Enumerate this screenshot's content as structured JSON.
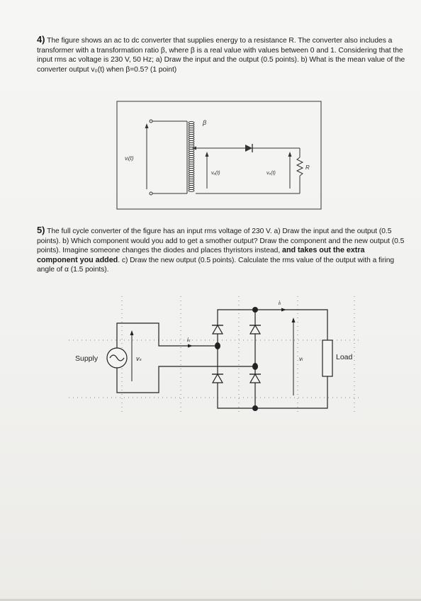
{
  "q4": {
    "number": "4)",
    "text": "The figure shows an ac to dc converter that supplies energy to a resistance R. The converter also includes a transformer with a transformation ratio β, where β is a real value with values between 0 and 1. Considering that the input rms ac voltage is 230 V, 50 Hz; a) Draw the input and the output (0.5 points). b) What is the mean value of the converter output v₀(t) when β=0.5? (1 point)"
  },
  "q5": {
    "number": "5)",
    "text_before_bold": "The full cycle converter of the figure has an input rms voltage of 230 V. a) Draw the input and the output (0.5 points). b) Which component would you add to get a smother output? Draw the component and the new output (0.5 points). Imagine someone changes the diodes and places thyristors instead, ",
    "bold_text": "and takes out the extra component you added",
    "text_after_bold": ". c) Draw the new output (0.5 points). Calculate the rms value of the output with a firing angle of α (1.5 points)."
  },
  "figure1": {
    "beta_label": "β",
    "vi_label": "vᵢ(t)",
    "va_label": "vₐ(t)",
    "vo_label": "vₒ(t)",
    "r_label": "R"
  },
  "figure2": {
    "supply_label": "Supply",
    "vs_label": "vₛ",
    "is_label": "iₛ",
    "il_label": "iₗ",
    "vl_label": "vₗ",
    "load_label": "Load"
  }
}
